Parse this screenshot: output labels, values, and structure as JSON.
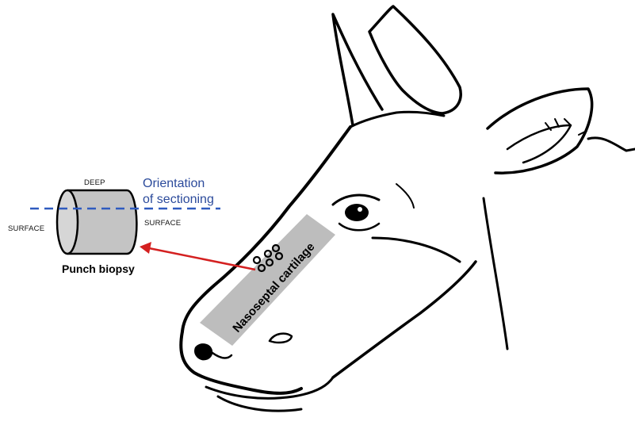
{
  "labels": {
    "deep": "DEEP",
    "surface_left": "SURFACE",
    "surface_right": "SURFACE",
    "orientation_line1": "Orientation",
    "orientation_line2": "of sectioning",
    "punch_biopsy": "Punch biopsy",
    "nasoseptal_cartilage": "Nasoseptal cartilage"
  },
  "colors": {
    "orientation_text": "#2b4a9b",
    "dashed_line": "#2f5bbf",
    "arrow": "#d42020",
    "cartilage_strip": "#bdbdbd",
    "cylinder": "#c4c4c4"
  },
  "biopsy_sites": 6
}
